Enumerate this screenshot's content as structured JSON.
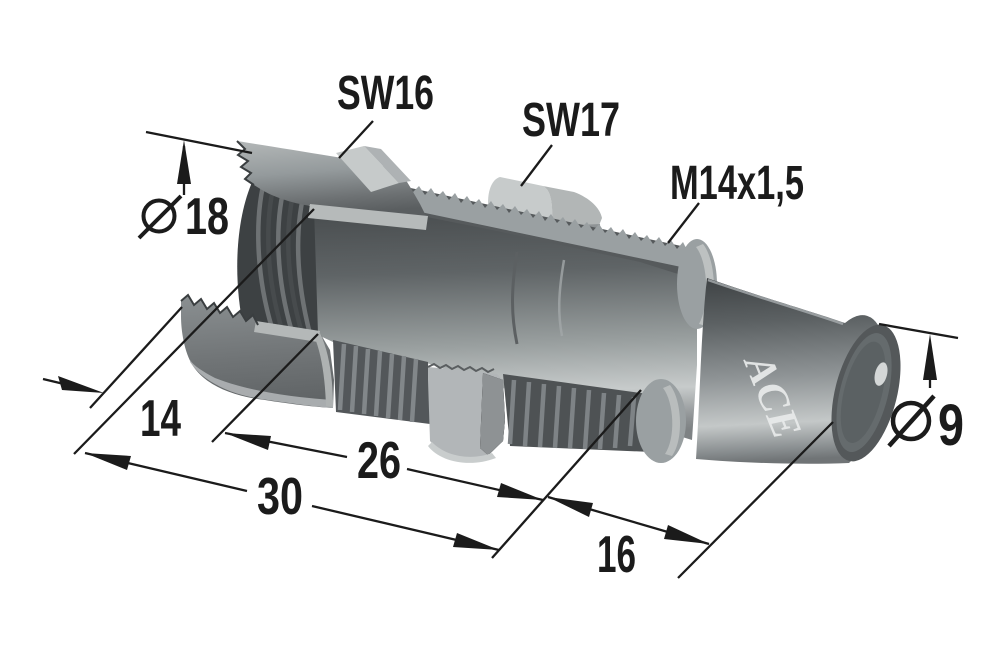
{
  "drawing": {
    "type": "isometric-cutaway-product-drawing",
    "background": "#ffffff",
    "line_color": "#1b1b1b",
    "brand": "ACE",
    "callouts": {
      "sleeve_hex": "SW16",
      "body_hex": "SW17",
      "thread": "M14x1,5"
    },
    "dimensions": {
      "sleeve_od": {
        "symbol": "Ø",
        "value": "18"
      },
      "rod_od": {
        "symbol": "Ø",
        "value": "9"
      },
      "sleeve_length": "14",
      "overall_length": "30",
      "thread_length": "26",
      "rod_length": "16"
    },
    "colors": {
      "metal_dark": "#45494b",
      "metal_mid": "#8e9294",
      "metal_light": "#c6caca"
    }
  }
}
